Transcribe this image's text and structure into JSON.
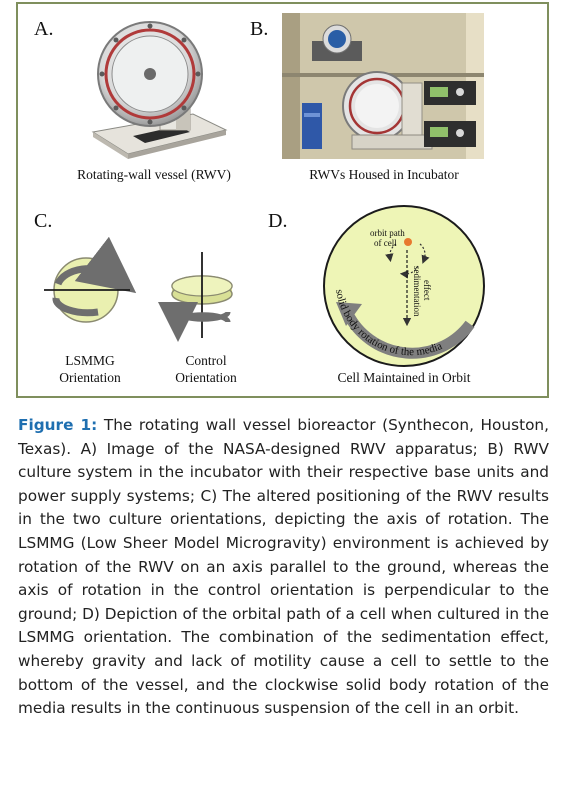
{
  "figure": {
    "panel_a": {
      "letter": "A.",
      "caption": "Rotating-wall vessel (RWV)"
    },
    "panel_b": {
      "letter": "B.",
      "caption": "RWVs Housed in Incubator"
    },
    "panel_c": {
      "letter": "C.",
      "label_left": "LSMMG",
      "label_left_2": "Orientation",
      "label_right": "Control",
      "label_right_2": "Orientation"
    },
    "panel_d": {
      "letter": "D.",
      "orbit_label_1": "orbit path",
      "orbit_label_2": "of cell",
      "sedimentation_1": "sedimentation",
      "sedimentation_2": "effect",
      "arc_text": "solid body rotation of the media",
      "caption": "Cell Maintained in Orbit"
    }
  },
  "caption": {
    "label": "Figure 1:",
    "text": " The rotating wall vessel bioreactor (Synthecon, Houston, Texas). A) Image of the NASA-designed RWV apparatus; B) RWV culture system in the incubator with their respective base units and power supply systems; C) The altered positioning of the RWV results in the two culture orientations, depicting the axis of rotation. The LSMMG (Low Sheer Model Microgravity) environment is achieved by rotation of the RWV on an axis parallel to the ground, whereas the axis of rotation in the control orientation is perpendicular to the ground; D) Depiction of the orbital path of a cell when cultured in the LSMMG orientation. The combination of the sedimentation effect, whereby gravity and lack of motility cause a cell to settle to the bottom of the vessel, and the clockwise solid body rotation of the media results in the continuous suspension of the cell in an orbit."
  }
}
